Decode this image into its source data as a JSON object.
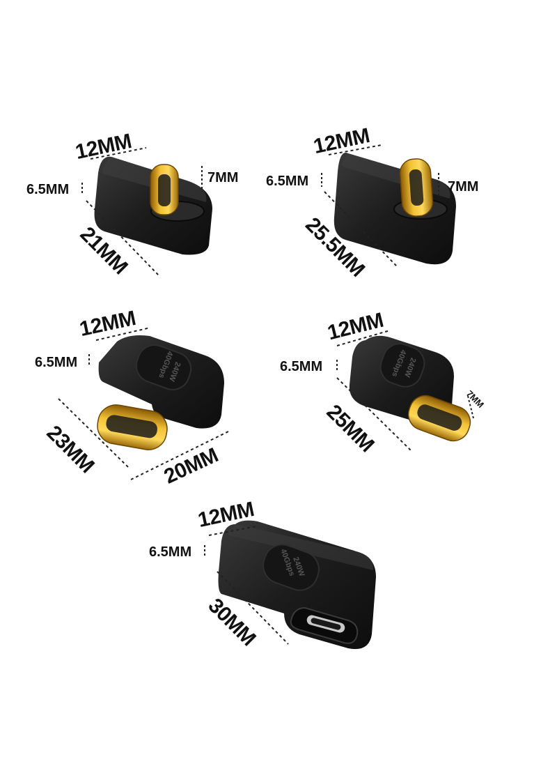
{
  "colors": {
    "housing": "#1a1a1a",
    "gold": "#d9a520",
    "dimension_line": "#222222"
  },
  "adapters": [
    {
      "width": "12MM",
      "thickness": "6.5MM",
      "length": "21MM",
      "plug": "7MM"
    },
    {
      "width": "12MM",
      "thickness": "6.5MM",
      "length": "25.5MM",
      "plug": "7MM"
    },
    {
      "width": "12MM",
      "thickness": "6.5MM",
      "length": "23MM",
      "depth": "20MM",
      "emboss": [
        "40Gbps",
        "240W"
      ]
    },
    {
      "width": "12MM",
      "thickness": "6.5MM",
      "length": "25MM",
      "plug": "7MM",
      "emboss": [
        "40Gbps",
        "240W"
      ]
    },
    {
      "width": "12MM",
      "thickness": "6.5MM",
      "length": "30MM",
      "emboss": [
        "40Gbps",
        "240W"
      ]
    }
  ]
}
